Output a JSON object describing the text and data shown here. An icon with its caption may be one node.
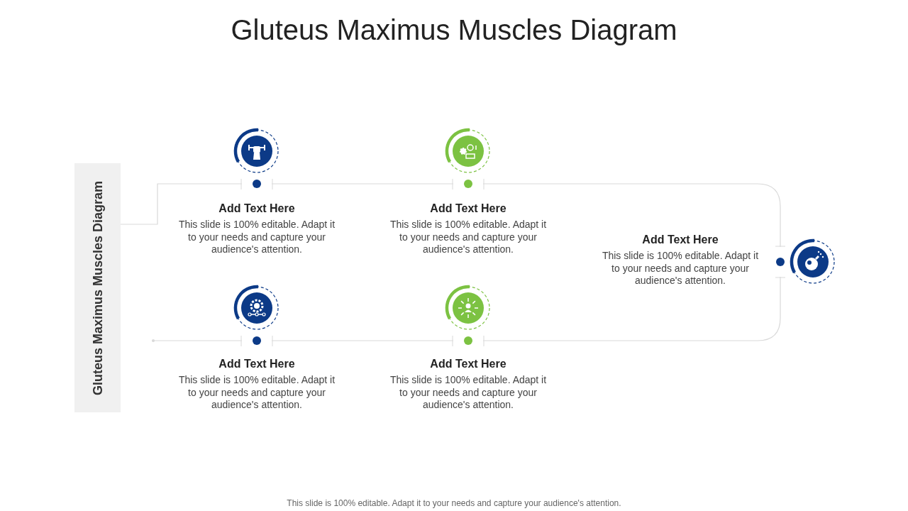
{
  "diagram": {
    "title": "Gluteus Maximus Muscles Diagram",
    "nodes": [
      {
        "text": [
          "Gluteus Maximus Muscles Diagram"
        ]
      },
      {
        "text": [
          "Add Text Here",
          "This slide is 100% editable. Adapt it to your needs and capture your audience's attention."
        ]
      },
      {
        "text": [
          "Add Text Here",
          "This slide is 100% editable. Adapt it to your needs and capture your audience's attention."
        ]
      },
      {
        "text": [
          "Add Text Here",
          "This slide is 100% editable. Adapt it to your needs and capture your audience's attention."
        ]
      },
      {
        "text": [
          "Add Text Here",
          "This slide is 100% editable. Adapt it to your needs and capture your audience's attention."
        ]
      },
      {
        "text": [
          "Add Text Here",
          "This slide is 100% editable. Adapt it to your needs and capture your audience's attention."
        ]
      }
    ],
    "labels": [
      "This slide is 100% editable. Adapt it to your needs and capture your audience's attention."
    ]
  }
}
